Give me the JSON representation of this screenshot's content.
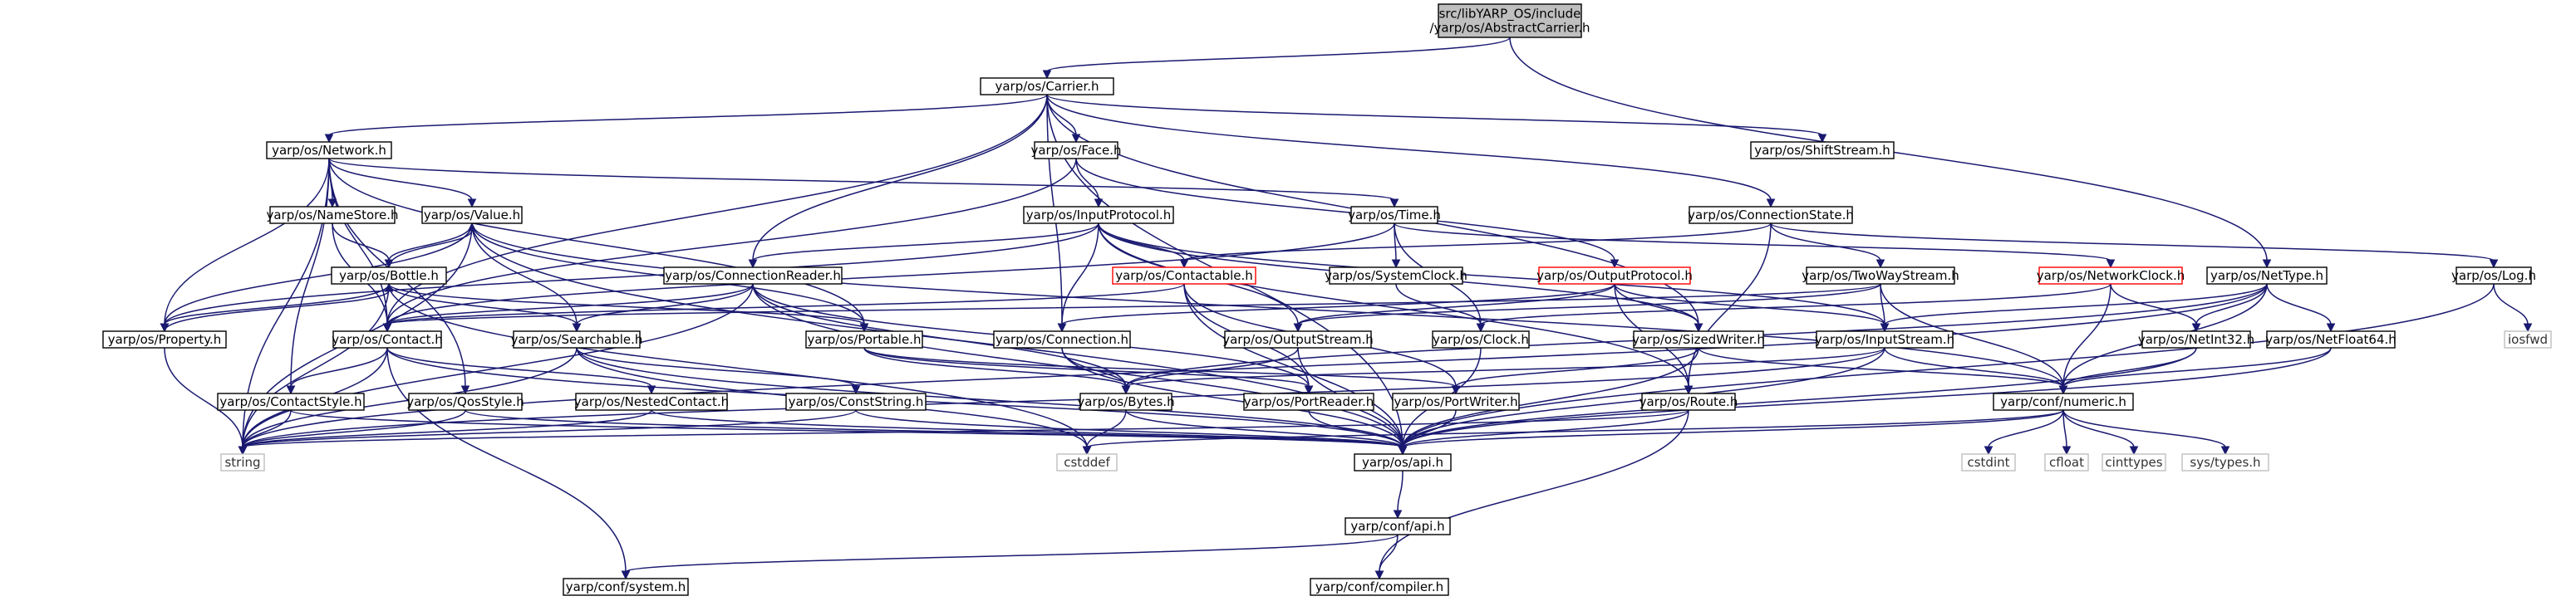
{
  "graph": {
    "nodes": [
      {
        "id": "root",
        "lines": [
          "src/libYARP_OS/include",
          "/yarp/os/AbstractCarrier.h"
        ],
        "kind": "root"
      },
      {
        "id": "carrier",
        "lines": [
          "yarp/os/Carrier.h"
        ],
        "kind": "normal"
      },
      {
        "id": "network",
        "lines": [
          "yarp/os/Network.h"
        ],
        "kind": "normal"
      },
      {
        "id": "face",
        "lines": [
          "yarp/os/Face.h"
        ],
        "kind": "normal"
      },
      {
        "id": "shiftstream",
        "lines": [
          "yarp/os/ShiftStream.h"
        ],
        "kind": "normal"
      },
      {
        "id": "namestore",
        "lines": [
          "yarp/os/NameStore.h"
        ],
        "kind": "normal"
      },
      {
        "id": "value",
        "lines": [
          "yarp/os/Value.h"
        ],
        "kind": "normal"
      },
      {
        "id": "inputprotocol",
        "lines": [
          "yarp/os/InputProtocol.h"
        ],
        "kind": "normal"
      },
      {
        "id": "time",
        "lines": [
          "yarp/os/Time.h"
        ],
        "kind": "normal"
      },
      {
        "id": "connectionstate",
        "lines": [
          "yarp/os/ConnectionState.h"
        ],
        "kind": "normal"
      },
      {
        "id": "bottle",
        "lines": [
          "yarp/os/Bottle.h"
        ],
        "kind": "normal"
      },
      {
        "id": "connectionreader",
        "lines": [
          "yarp/os/ConnectionReader.h"
        ],
        "kind": "normal"
      },
      {
        "id": "contactable",
        "lines": [
          "yarp/os/Contactable.h"
        ],
        "kind": "red"
      },
      {
        "id": "systemclock",
        "lines": [
          "yarp/os/SystemClock.h"
        ],
        "kind": "normal"
      },
      {
        "id": "outputprotocol",
        "lines": [
          "yarp/os/OutputProtocol.h"
        ],
        "kind": "red"
      },
      {
        "id": "twowaystream",
        "lines": [
          "yarp/os/TwoWayStream.h"
        ],
        "kind": "normal"
      },
      {
        "id": "networkclock",
        "lines": [
          "yarp/os/NetworkClock.h"
        ],
        "kind": "red"
      },
      {
        "id": "nettype",
        "lines": [
          "yarp/os/NetType.h"
        ],
        "kind": "normal"
      },
      {
        "id": "log",
        "lines": [
          "yarp/os/Log.h"
        ],
        "kind": "normal"
      },
      {
        "id": "property",
        "lines": [
          "yarp/os/Property.h"
        ],
        "kind": "normal"
      },
      {
        "id": "contact",
        "lines": [
          "yarp/os/Contact.h"
        ],
        "kind": "normal"
      },
      {
        "id": "searchable",
        "lines": [
          "yarp/os/Searchable.h"
        ],
        "kind": "normal"
      },
      {
        "id": "portable",
        "lines": [
          "yarp/os/Portable.h"
        ],
        "kind": "normal"
      },
      {
        "id": "connection",
        "lines": [
          "yarp/os/Connection.h"
        ],
        "kind": "normal"
      },
      {
        "id": "outputstream",
        "lines": [
          "yarp/os/OutputStream.h"
        ],
        "kind": "normal"
      },
      {
        "id": "clock",
        "lines": [
          "yarp/os/Clock.h"
        ],
        "kind": "normal"
      },
      {
        "id": "sizedwriter",
        "lines": [
          "yarp/os/SizedWriter.h"
        ],
        "kind": "normal"
      },
      {
        "id": "inputstream",
        "lines": [
          "yarp/os/InputStream.h"
        ],
        "kind": "normal"
      },
      {
        "id": "netint32",
        "lines": [
          "yarp/os/NetInt32.h"
        ],
        "kind": "normal"
      },
      {
        "id": "netfloat64",
        "lines": [
          "yarp/os/NetFloat64.h"
        ],
        "kind": "normal"
      },
      {
        "id": "iosfwd",
        "lines": [
          "iosfwd"
        ],
        "kind": "ext"
      },
      {
        "id": "contactstyle",
        "lines": [
          "yarp/os/ContactStyle.h"
        ],
        "kind": "normal"
      },
      {
        "id": "qosstyle",
        "lines": [
          "yarp/os/QosStyle.h"
        ],
        "kind": "normal"
      },
      {
        "id": "nestedcontact",
        "lines": [
          "yarp/os/NestedContact.h"
        ],
        "kind": "normal"
      },
      {
        "id": "conststring",
        "lines": [
          "yarp/os/ConstString.h"
        ],
        "kind": "normal"
      },
      {
        "id": "bytes",
        "lines": [
          "yarp/os/Bytes.h"
        ],
        "kind": "normal"
      },
      {
        "id": "portreader",
        "lines": [
          "yarp/os/PortReader.h"
        ],
        "kind": "normal"
      },
      {
        "id": "portwriter",
        "lines": [
          "yarp/os/PortWriter.h"
        ],
        "kind": "normal"
      },
      {
        "id": "route",
        "lines": [
          "yarp/os/Route.h"
        ],
        "kind": "normal"
      },
      {
        "id": "numeric",
        "lines": [
          "yarp/conf/numeric.h"
        ],
        "kind": "normal"
      },
      {
        "id": "string",
        "lines": [
          "string"
        ],
        "kind": "ext"
      },
      {
        "id": "cstddef",
        "lines": [
          "cstddef"
        ],
        "kind": "ext"
      },
      {
        "id": "api",
        "lines": [
          "yarp/os/api.h"
        ],
        "kind": "normal"
      },
      {
        "id": "cstdint",
        "lines": [
          "cstdint"
        ],
        "kind": "ext"
      },
      {
        "id": "cfloat",
        "lines": [
          "cfloat"
        ],
        "kind": "ext"
      },
      {
        "id": "cinttypes",
        "lines": [
          "cinttypes"
        ],
        "kind": "ext"
      },
      {
        "id": "systypes",
        "lines": [
          "sys/types.h"
        ],
        "kind": "ext"
      },
      {
        "id": "confapi",
        "lines": [
          "yarp/conf/api.h"
        ],
        "kind": "normal"
      },
      {
        "id": "system",
        "lines": [
          "yarp/conf/system.h"
        ],
        "kind": "normal"
      },
      {
        "id": "compiler",
        "lines": [
          "yarp/conf/compiler.h"
        ],
        "kind": "normal"
      }
    ],
    "edges": [
      [
        "root",
        "carrier"
      ],
      [
        "root",
        "nettype"
      ],
      [
        "carrier",
        "network"
      ],
      [
        "carrier",
        "face"
      ],
      [
        "carrier",
        "shiftstream"
      ],
      [
        "carrier",
        "connectionstate"
      ],
      [
        "carrier",
        "connectionreader"
      ],
      [
        "carrier",
        "contact"
      ],
      [
        "carrier",
        "connection"
      ],
      [
        "carrier",
        "sizedwriter"
      ],
      [
        "carrier",
        "api"
      ],
      [
        "network",
        "namestore"
      ],
      [
        "network",
        "value"
      ],
      [
        "network",
        "time"
      ],
      [
        "network",
        "property"
      ],
      [
        "network",
        "contact"
      ],
      [
        "network",
        "portable"
      ],
      [
        "network",
        "contactstyle"
      ],
      [
        "network",
        "qosstyle"
      ],
      [
        "network",
        "string"
      ],
      [
        "face",
        "inputprotocol"
      ],
      [
        "face",
        "outputprotocol"
      ],
      [
        "face",
        "contact"
      ],
      [
        "namestore",
        "bottle"
      ],
      [
        "namestore",
        "contact"
      ],
      [
        "value",
        "bottle"
      ],
      [
        "value",
        "searchable"
      ],
      [
        "value",
        "property"
      ],
      [
        "value",
        "portable"
      ],
      [
        "value",
        "string"
      ],
      [
        "value",
        "api"
      ],
      [
        "value",
        "numeric"
      ],
      [
        "inputprotocol",
        "connectionreader"
      ],
      [
        "inputprotocol",
        "contactable"
      ],
      [
        "inputprotocol",
        "connection"
      ],
      [
        "inputprotocol",
        "outputstream"
      ],
      [
        "inputprotocol",
        "inputstream"
      ],
      [
        "inputprotocol",
        "sizedwriter"
      ],
      [
        "inputprotocol",
        "route"
      ],
      [
        "inputprotocol",
        "property"
      ],
      [
        "time",
        "systemclock"
      ],
      [
        "time",
        "clock"
      ],
      [
        "time",
        "networkclock"
      ],
      [
        "time",
        "contact"
      ],
      [
        "connectionstate",
        "twowaystream"
      ],
      [
        "connectionstate",
        "log"
      ],
      [
        "connectionstate",
        "contactable"
      ],
      [
        "connectionstate",
        "route"
      ],
      [
        "bottle",
        "value"
      ],
      [
        "bottle",
        "searchable"
      ],
      [
        "bottle",
        "property"
      ],
      [
        "bottle",
        "portable"
      ],
      [
        "bottle",
        "string"
      ],
      [
        "bottle",
        "cstddef"
      ],
      [
        "connectionreader",
        "contact"
      ],
      [
        "connectionreader",
        "searchable"
      ],
      [
        "connectionreader",
        "bytes"
      ],
      [
        "connectionreader",
        "portreader"
      ],
      [
        "connectionreader",
        "string"
      ],
      [
        "connectionreader",
        "api"
      ],
      [
        "contactable",
        "contact"
      ],
      [
        "contactable",
        "portreader"
      ],
      [
        "contactable",
        "portwriter"
      ],
      [
        "contactable",
        "api"
      ],
      [
        "systemclock",
        "clock"
      ],
      [
        "outputprotocol",
        "outputstream"
      ],
      [
        "outputprotocol",
        "sizedwriter"
      ],
      [
        "outputprotocol",
        "inputstream"
      ],
      [
        "outputprotocol",
        "route"
      ],
      [
        "outputprotocol",
        "connection"
      ],
      [
        "twowaystream",
        "inputstream"
      ],
      [
        "twowaystream",
        "outputstream"
      ],
      [
        "twowaystream",
        "contact"
      ],
      [
        "twowaystream",
        "numeric"
      ],
      [
        "networkclock",
        "clock"
      ],
      [
        "networkclock",
        "netint32"
      ],
      [
        "networkclock",
        "numeric"
      ],
      [
        "nettype",
        "netint32"
      ],
      [
        "nettype",
        "netfloat64"
      ],
      [
        "nettype",
        "inputstream"
      ],
      [
        "nettype",
        "bytes"
      ],
      [
        "nettype",
        "string"
      ],
      [
        "nettype",
        "numeric"
      ],
      [
        "log",
        "iosfwd"
      ],
      [
        "log",
        "api"
      ],
      [
        "property",
        "bottle"
      ],
      [
        "property",
        "string"
      ],
      [
        "contact",
        "contactstyle"
      ],
      [
        "contact",
        "nestedcontact"
      ],
      [
        "contact",
        "string"
      ],
      [
        "contact",
        "api"
      ],
      [
        "contact",
        "system"
      ],
      [
        "searchable",
        "conststring"
      ],
      [
        "searchable",
        "string"
      ],
      [
        "searchable",
        "cstddef"
      ],
      [
        "searchable",
        "api"
      ],
      [
        "portable",
        "portreader"
      ],
      [
        "portable",
        "portwriter"
      ],
      [
        "portable",
        "bytes"
      ],
      [
        "connection",
        "bytes"
      ],
      [
        "connection",
        "api"
      ],
      [
        "outputstream",
        "bytes"
      ],
      [
        "outputstream",
        "api"
      ],
      [
        "clock",
        "api"
      ],
      [
        "sizedwriter",
        "portwriter"
      ],
      [
        "sizedwriter",
        "numeric"
      ],
      [
        "sizedwriter",
        "api"
      ],
      [
        "inputstream",
        "bytes"
      ],
      [
        "inputstream",
        "string"
      ],
      [
        "inputstream",
        "numeric"
      ],
      [
        "inputstream",
        "api"
      ],
      [
        "netint32",
        "numeric"
      ],
      [
        "netint32",
        "api"
      ],
      [
        "netfloat64",
        "numeric"
      ],
      [
        "netfloat64",
        "api"
      ],
      [
        "contactstyle",
        "string"
      ],
      [
        "contactstyle",
        "api"
      ],
      [
        "qosstyle",
        "string"
      ],
      [
        "qosstyle",
        "api"
      ],
      [
        "nestedcontact",
        "string"
      ],
      [
        "nestedcontact",
        "api"
      ],
      [
        "conststring",
        "string"
      ],
      [
        "conststring",
        "api"
      ],
      [
        "bytes",
        "cstddef"
      ],
      [
        "bytes",
        "api"
      ],
      [
        "portreader",
        "api"
      ],
      [
        "portwriter",
        "api"
      ],
      [
        "route",
        "string"
      ],
      [
        "route",
        "api"
      ],
      [
        "route",
        "compiler"
      ],
      [
        "numeric",
        "cstdint"
      ],
      [
        "numeric",
        "cfloat"
      ],
      [
        "numeric",
        "cinttypes"
      ],
      [
        "numeric",
        "systypes"
      ],
      [
        "numeric",
        "api"
      ],
      [
        "numeric",
        "cstddef"
      ],
      [
        "api",
        "confapi"
      ],
      [
        "confapi",
        "system"
      ],
      [
        "confapi",
        "compiler"
      ]
    ]
  }
}
